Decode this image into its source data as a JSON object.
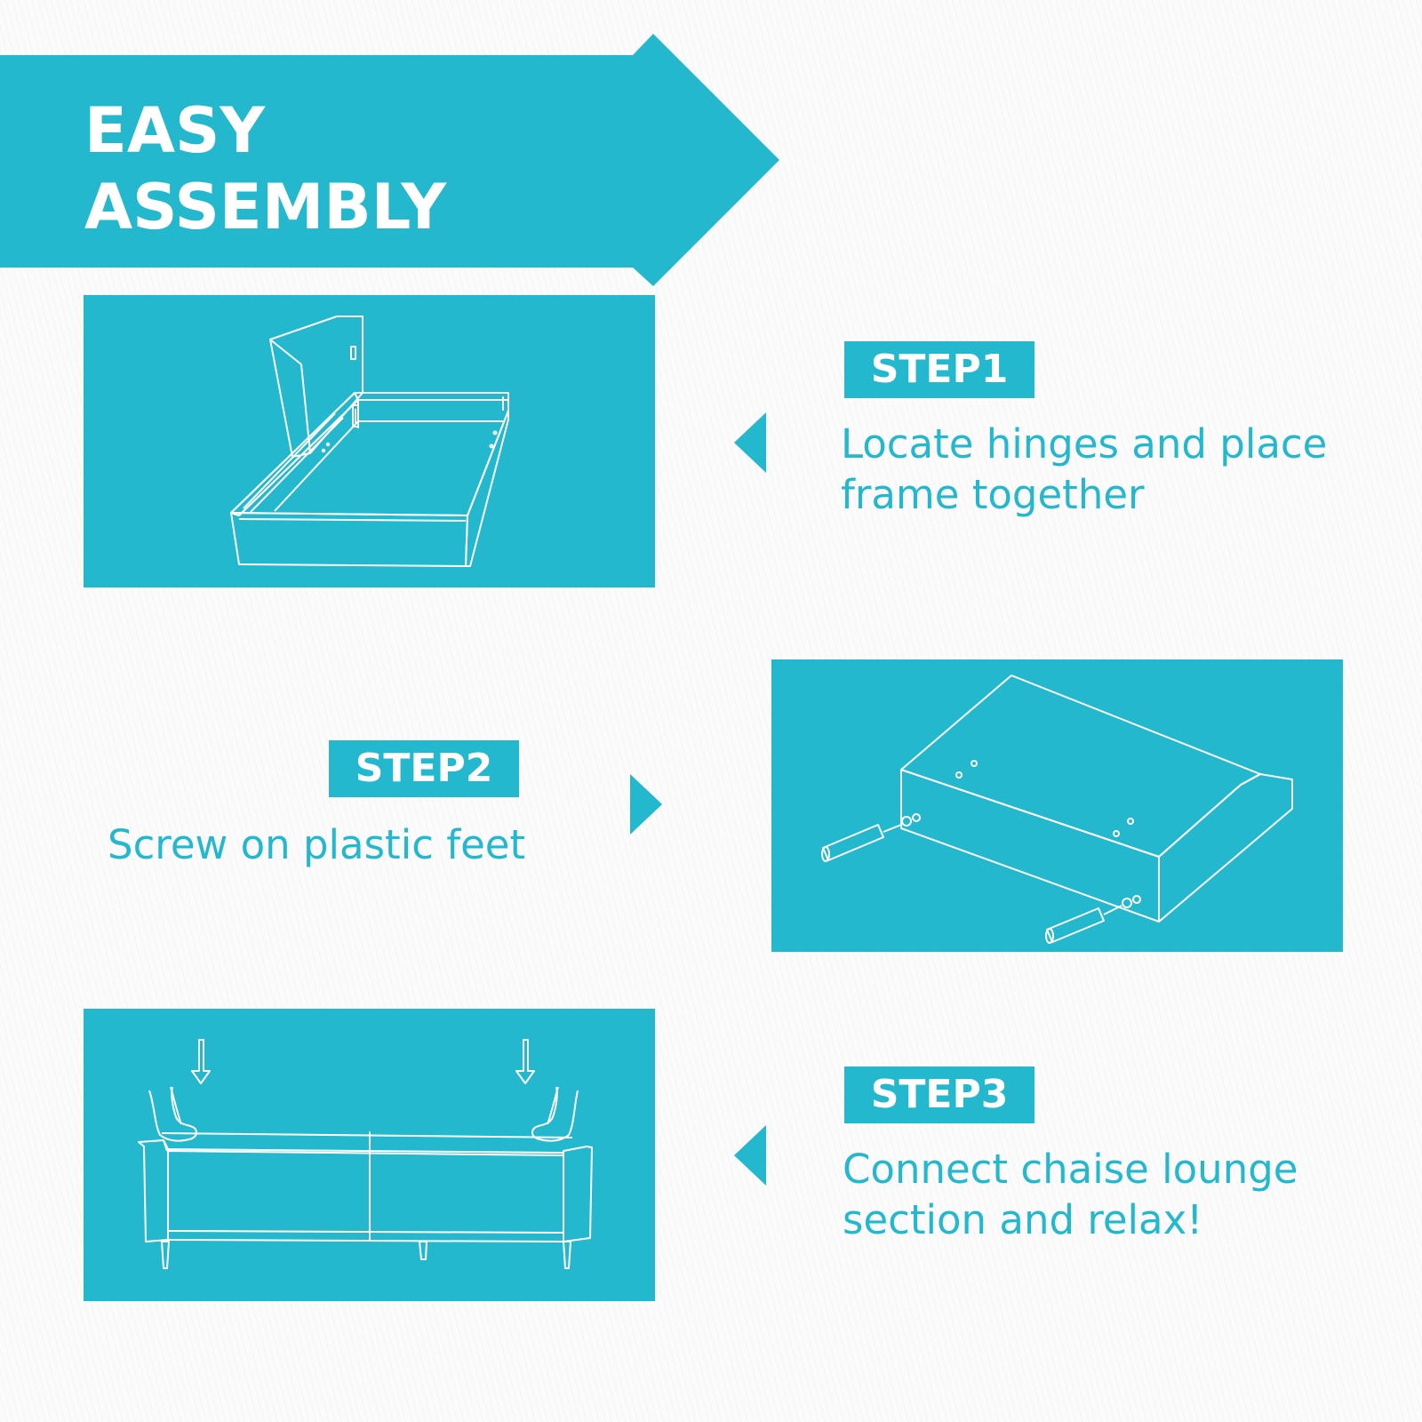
{
  "header": {
    "title_line1": "EASY",
    "title_line2": "ASSEMBLY"
  },
  "colors": {
    "accent": "#23b8cd",
    "background": "#fbfbfb",
    "line_art": "#ffffff"
  },
  "steps": [
    {
      "badge": "STEP1",
      "caption_line1": "Locate hinges and place",
      "caption_line2": "frame together",
      "illustration": "sofa-frame-hinge-illustration"
    },
    {
      "badge": "STEP2",
      "caption_line1": "Screw on plastic feet",
      "illustration": "sofa-base-feet-illustration"
    },
    {
      "badge": "STEP3",
      "caption_line1": "Connect chaise lounge",
      "caption_line2": "section and relax!",
      "illustration": "sofa-connect-illustration"
    }
  ]
}
